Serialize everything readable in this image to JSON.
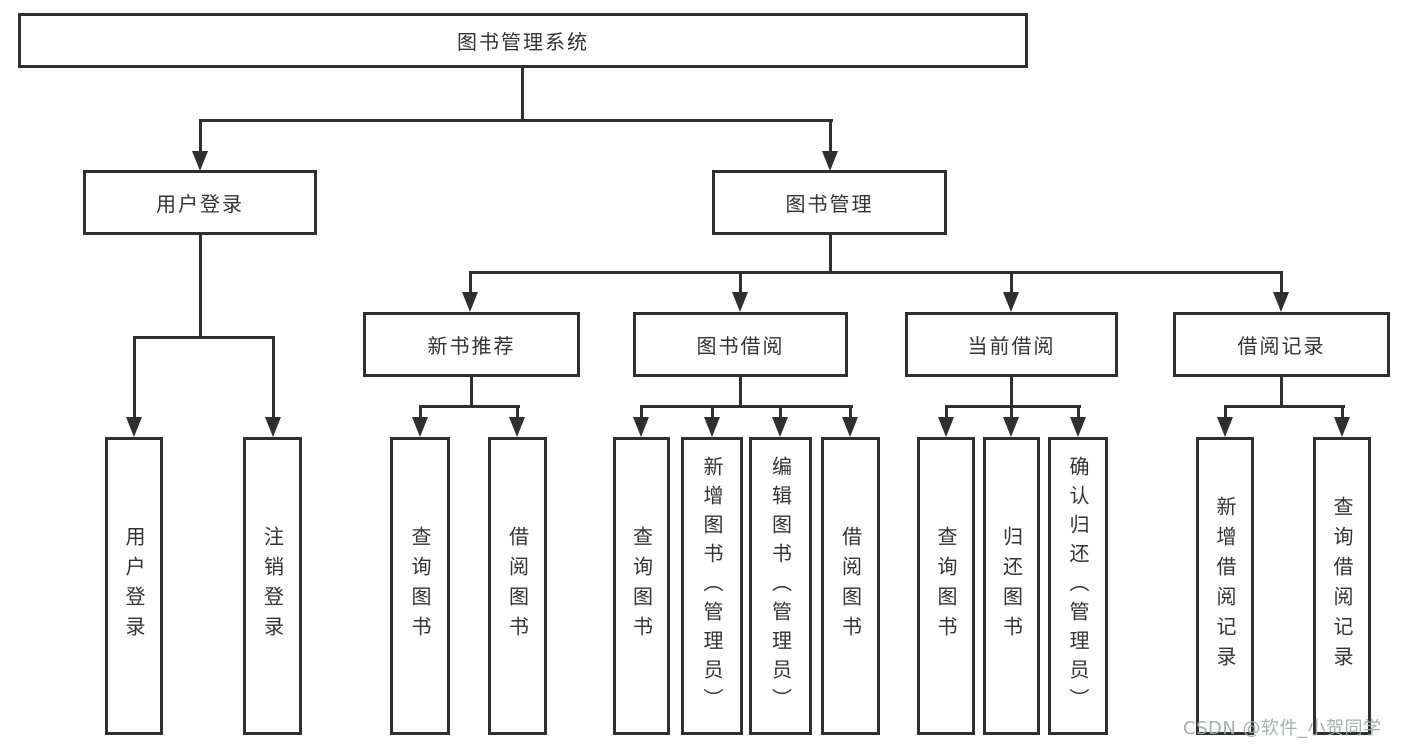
{
  "root": {
    "label": "图书管理系统"
  },
  "level1": [
    {
      "label": "用户登录"
    },
    {
      "label": "图书管理"
    }
  ],
  "level2": [
    {
      "label": "新书推荐",
      "parent": "图书管理"
    },
    {
      "label": "图书借阅",
      "parent": "图书管理"
    },
    {
      "label": "当前借阅",
      "parent": "图书管理"
    },
    {
      "label": "借阅记录",
      "parent": "图书管理"
    }
  ],
  "leaves": [
    {
      "label": "用户登录",
      "parent": "用户登录"
    },
    {
      "label": "注销登录",
      "parent": "用户登录"
    },
    {
      "label": "查询图书",
      "parent": "新书推荐"
    },
    {
      "label": "借阅图书",
      "parent": "新书推荐"
    },
    {
      "label": "查询图书",
      "parent": "图书借阅"
    },
    {
      "label": "新增图书（管理员）",
      "parent": "图书借阅"
    },
    {
      "label": "编辑图书（管理员）",
      "parent": "图书借阅"
    },
    {
      "label": "借阅图书",
      "parent": "图书借阅"
    },
    {
      "label": "查询图书",
      "parent": "当前借阅"
    },
    {
      "label": "归还图书",
      "parent": "当前借阅"
    },
    {
      "label": "确认归还（管理员）",
      "parent": "当前借阅"
    },
    {
      "label": "新增借阅记录",
      "parent": "借阅记录"
    },
    {
      "label": "查询借阅记录",
      "parent": "借阅记录"
    }
  ],
  "watermark": "CSDN @软件_小贺同学",
  "colors": {
    "line": "#2f2f2f",
    "text": "#333333",
    "background": "#ffffff",
    "watermark": "#a5a8ad"
  }
}
